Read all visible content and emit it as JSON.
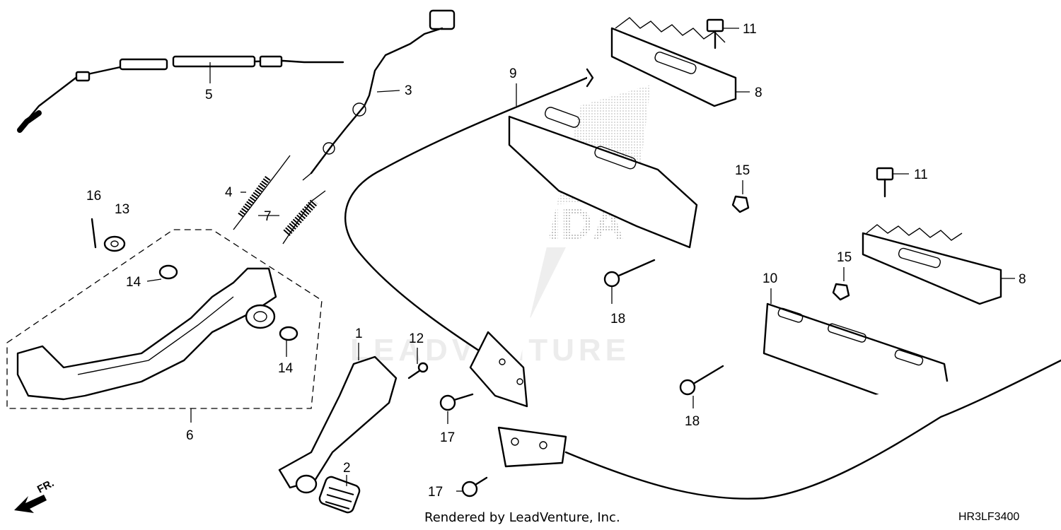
{
  "diagram": {
    "drawing_code": "HR3LF3400",
    "footer": "Rendered by LeadVenture, Inc.",
    "direction_label": "FR.",
    "watermark": {
      "brand": "HONDA",
      "company": "LEADVENTURE"
    },
    "callouts": [
      {
        "id": "c1",
        "text": "1"
      },
      {
        "id": "c2",
        "text": "2"
      },
      {
        "id": "c3",
        "text": "3"
      },
      {
        "id": "c4",
        "text": "4"
      },
      {
        "id": "c5",
        "text": "5"
      },
      {
        "id": "c6",
        "text": "6"
      },
      {
        "id": "c7",
        "text": "7"
      },
      {
        "id": "c8a",
        "text": "8"
      },
      {
        "id": "c8b",
        "text": "8"
      },
      {
        "id": "c9",
        "text": "9"
      },
      {
        "id": "c10",
        "text": "10"
      },
      {
        "id": "c11a",
        "text": "11"
      },
      {
        "id": "c11b",
        "text": "11"
      },
      {
        "id": "c12",
        "text": "12"
      },
      {
        "id": "c13",
        "text": "13"
      },
      {
        "id": "c14a",
        "text": "14"
      },
      {
        "id": "c14b",
        "text": "14"
      },
      {
        "id": "c15a",
        "text": "15"
      },
      {
        "id": "c15b",
        "text": "15"
      },
      {
        "id": "c16",
        "text": "16"
      },
      {
        "id": "c17a",
        "text": "17"
      },
      {
        "id": "c17b",
        "text": "17"
      },
      {
        "id": "c18a",
        "text": "18"
      },
      {
        "id": "c18b",
        "text": "18"
      }
    ]
  }
}
